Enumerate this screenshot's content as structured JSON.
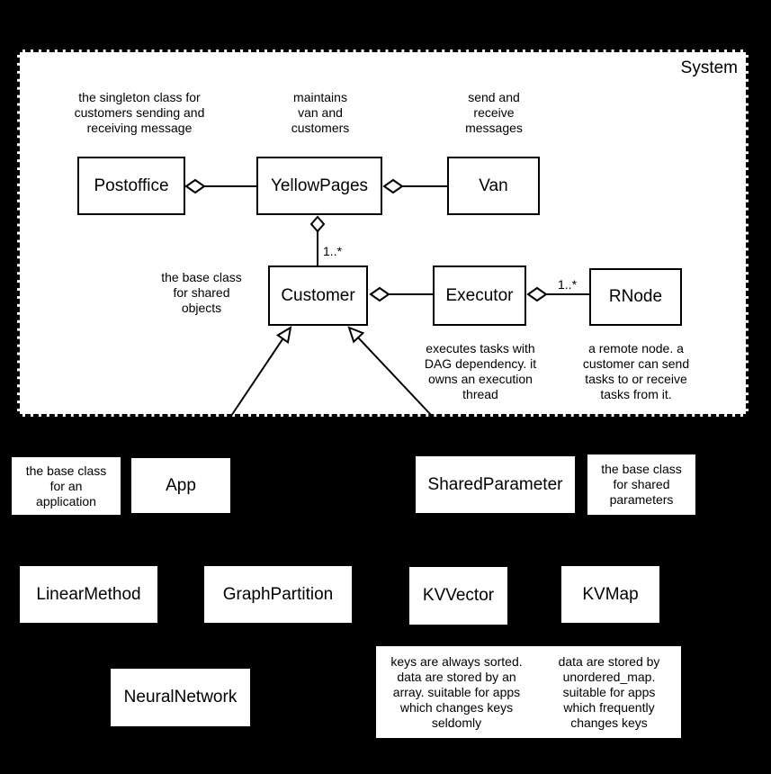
{
  "system": {
    "title": "System",
    "classes": {
      "postoffice": "Postoffice",
      "yellowpages": "YellowPages",
      "van": "Van",
      "customer": "Customer",
      "executor": "Executor",
      "rnode": "RNode"
    },
    "notes": {
      "postoffice": "the singleton class for\ncustomers sending and\nreceiving message",
      "yellowpages": "maintains\nvan and\ncustomers",
      "van": "send and\nreceive\nmessages",
      "customer": "the base class\nfor shared\nobjects",
      "executor": "executes tasks with\nDAG dependency. it\nowns an execution\nthread",
      "rnode": "a remote node. a\ncustomer can send\ntasks to or receive\ntasks from it."
    },
    "multiplicities": {
      "yellowpages_customer": "1..*",
      "executor_rnode": "1..*"
    }
  },
  "external": {
    "classes": {
      "app": "App",
      "sharedparameter": "SharedParameter",
      "linearmethod": "LinearMethod",
      "graphpartition": "GraphPartition",
      "kvvector": "KVVector",
      "kvmap": "KVMap",
      "neuralnetwork": "NeuralNetwork"
    },
    "notes": {
      "app": "the base class\nfor an\napplication",
      "sharedparameter": "the base class\nfor shared\nparameters",
      "kvvector": "keys are always sorted.\ndata are stored by an\narray. suitable for apps\nwhich changes keys\nseldomly",
      "kvmap": "data are stored by\nunordered_map.\nsuitable for apps\nwhich frequently\nchanges keys"
    }
  },
  "colors": {
    "background": "#000000",
    "surface": "#ffffff",
    "line": "#000000",
    "text": "#000000"
  }
}
